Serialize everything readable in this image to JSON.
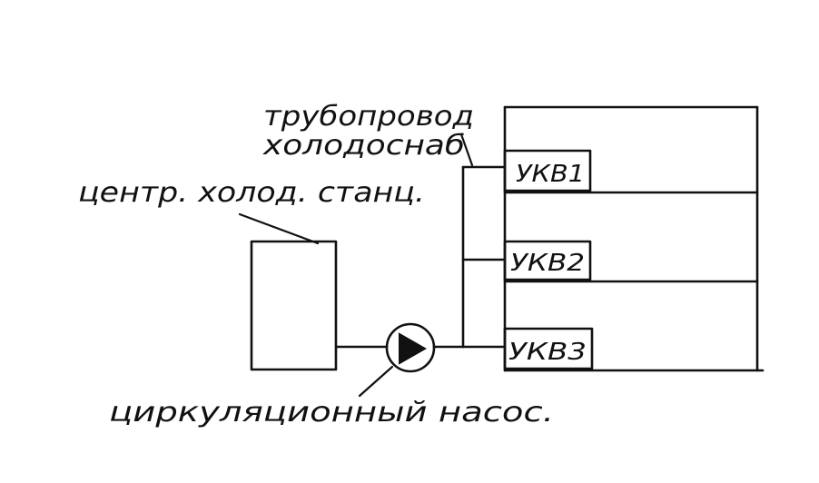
{
  "labels": {
    "pipeline_line1": "трубопровод",
    "pipeline_line2": "холодоснаб",
    "central_station": "центр. холод. станц.",
    "pump": "циркуляционный насос."
  },
  "units": [
    {
      "label": "УКВ1"
    },
    {
      "label": "УКВ2"
    },
    {
      "label": "УКВ3"
    }
  ],
  "colors": {
    "ink": "#111111",
    "paper": "#ffffff"
  }
}
